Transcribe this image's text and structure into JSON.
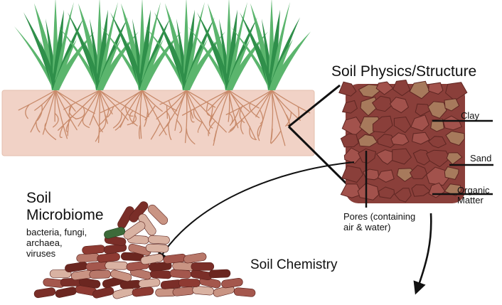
{
  "labels": {
    "soil_physics": "Soil Physics/Structure",
    "clay": "Clay",
    "sand": "Sand",
    "organic_line1": "Organic",
    "organic_line2": "Matter",
    "pores_line1": "Pores (containing",
    "pores_line2": "air & water)",
    "microbiome_line1": "Soil",
    "microbiome_line2": "Microbiome",
    "microbiome_desc_line1": "bacteria, fungi,",
    "microbiome_desc_line2": "archaea,",
    "microbiome_desc_line3": "viruses",
    "soil_chemistry": "Soil Chemistry"
  },
  "colors": {
    "soil_band": "#f1d2c6",
    "roots": "#c88a6a",
    "grass": "#2f8f4a",
    "grass_light": "#5bb56d",
    "aggregate_dark": "#8a3f3a",
    "aggregate_mid": "#a2524c",
    "sand_particle": "#a77a5c",
    "microbe_dark": "#7a2e28",
    "microbe_light": "#d9b2a2",
    "microbe_green": "#3d6b3a",
    "lines": "#111111"
  }
}
